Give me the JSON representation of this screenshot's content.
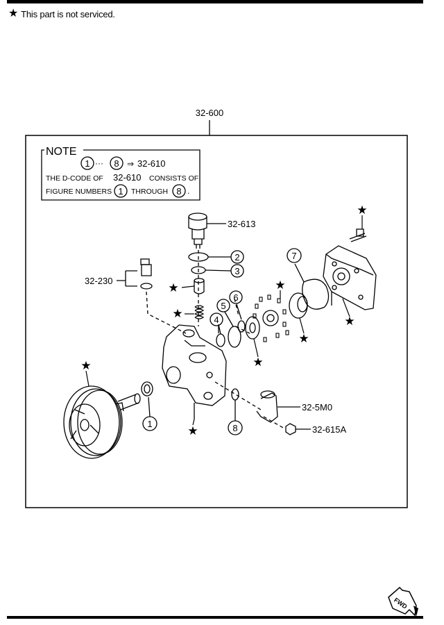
{
  "legend": {
    "symbol": "★",
    "text": "This part is not serviced."
  },
  "assembly": {
    "callout": "32-600"
  },
  "note": {
    "title": "NOTE",
    "range_start": "1",
    "range_end": "8",
    "arrow": "⇒",
    "code": "32-610",
    "line2_prefix": "THE D-CODE OF",
    "line2_code": "32-610",
    "line2_suffix": "CONSISTS OF",
    "line3_prefix": "FIGURE NUMBERS",
    "line3_start": "1",
    "line3_mid": "THROUGH",
    "line3_end": "8",
    "line3_period": "."
  },
  "parts": {
    "p32_613": "32-613",
    "p32_230": "32-230",
    "p32_5M0": "32-5M0",
    "p32_615A": "32-615A"
  },
  "circled": [
    "1",
    "2",
    "3",
    "4",
    "5",
    "6",
    "7",
    "8"
  ],
  "star_symbol": "★",
  "fwd_label": "FWD"
}
